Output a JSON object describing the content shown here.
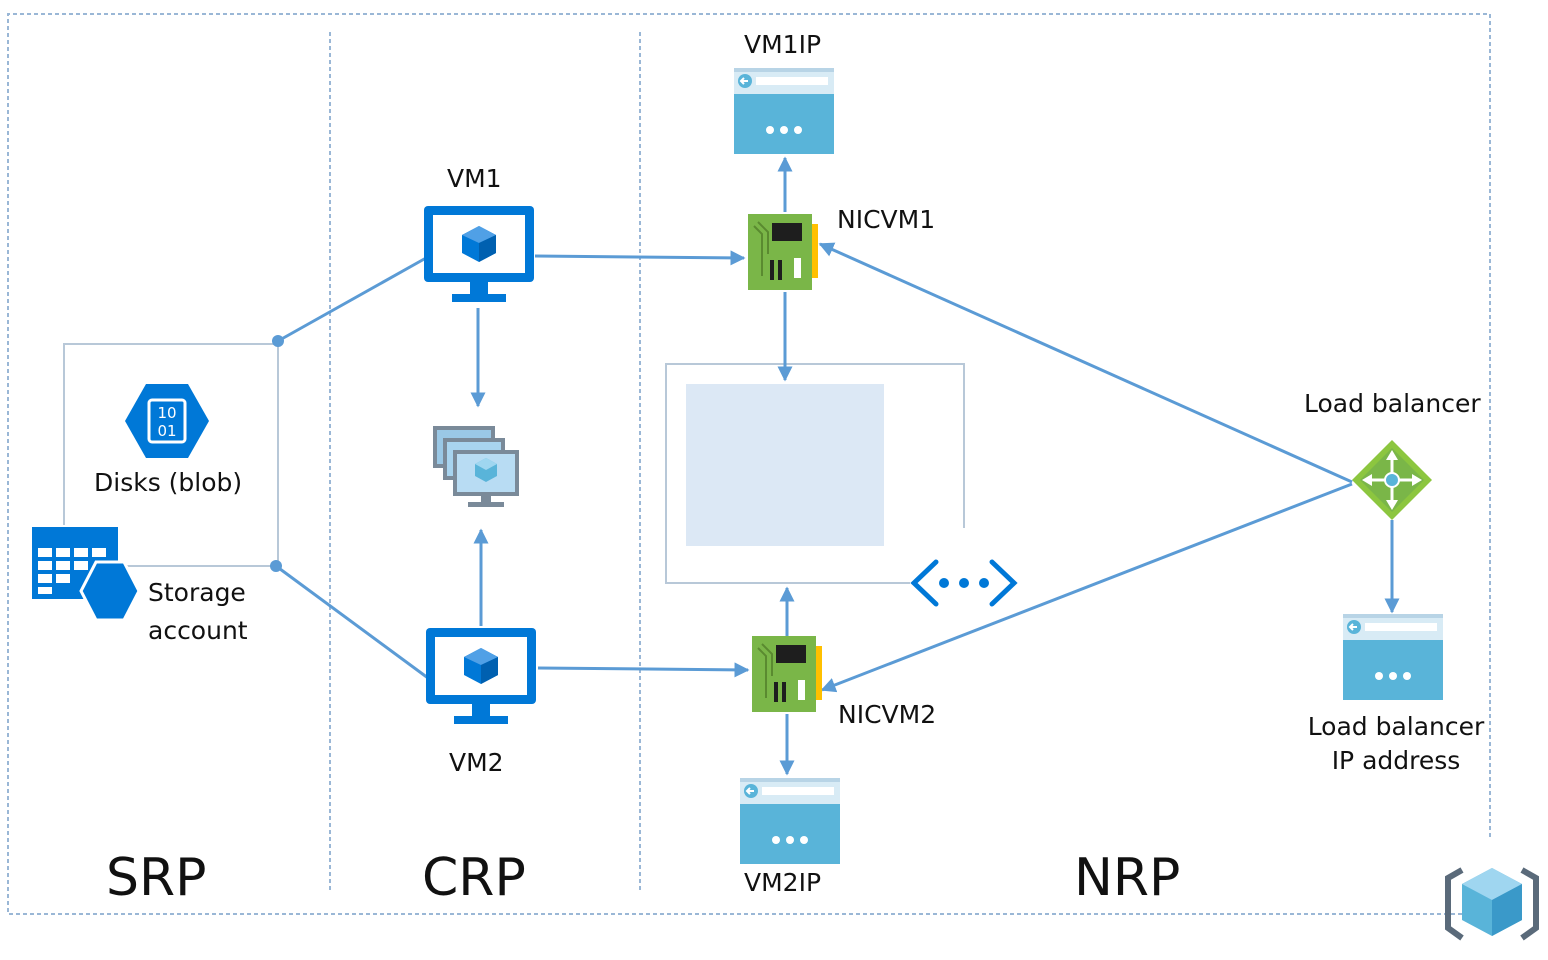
{
  "sections": {
    "srp": "SRP",
    "crp": "CRP",
    "nrp": "NRP"
  },
  "nodes": {
    "vm1": "VM1",
    "vm2": "VM2",
    "vm1ip": "VM1IP",
    "vm2ip": "VM2IP",
    "nicvm1": "NICVM1",
    "nicvm2": "NICVM2",
    "disks": "Disks (blob)",
    "storage_line1": "Storage",
    "storage_line2": "account",
    "load_balancer": "Load balancer",
    "lb_ip_line1": "Load balancer",
    "lb_ip_line2": "IP address",
    "disk_icon_text_1": "10",
    "disk_icon_text_2": "01"
  },
  "colors": {
    "accent_blue": "#0078d7",
    "line_blue": "#5b9bd5",
    "nic_green": "#7ab648",
    "lb_green": "#8cc63f",
    "ip_blue": "#59b4d9",
    "subnet_fill": "#dce8f5",
    "border_dashed": "#9ab7d6"
  },
  "icons": [
    "virtual-machine-icon",
    "availability-set-icon",
    "network-interface-icon",
    "public-ip-icon",
    "load-balancer-icon",
    "virtual-network-icon",
    "disk-blob-icon",
    "storage-account-icon",
    "azure-cube-logo-icon"
  ]
}
